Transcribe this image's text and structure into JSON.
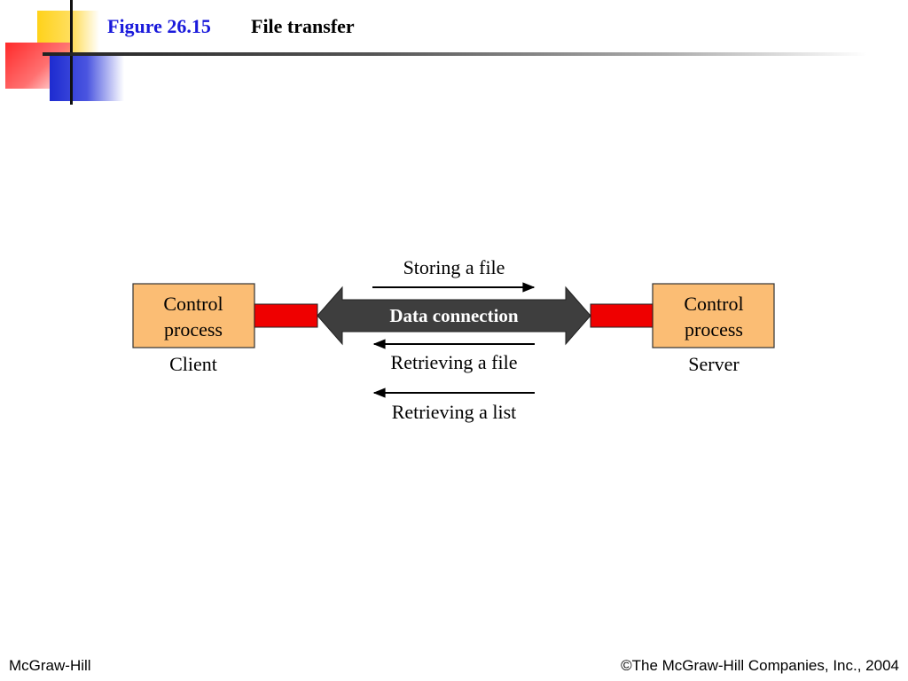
{
  "title": {
    "number": "Figure 26.15",
    "text": "File transfer"
  },
  "diagram": {
    "client": {
      "line1": "Control",
      "line2": "process",
      "label": "Client"
    },
    "server": {
      "line1": "Control",
      "line2": "process",
      "label": "Server"
    },
    "connection_label": "Data connection",
    "operations": {
      "storing": "Storing a file",
      "retrieving_file": "Retrieving a file",
      "retrieving_list": "Retrieving a list"
    }
  },
  "footer": {
    "left": "McGraw-Hill",
    "right": "©The McGraw-Hill Companies, Inc., 2004"
  },
  "colors": {
    "box_fill": "#fbbd74",
    "connector": "#ef0000",
    "arrow_fill": "#3e3e3e",
    "title_blue": "#1a1adb"
  }
}
